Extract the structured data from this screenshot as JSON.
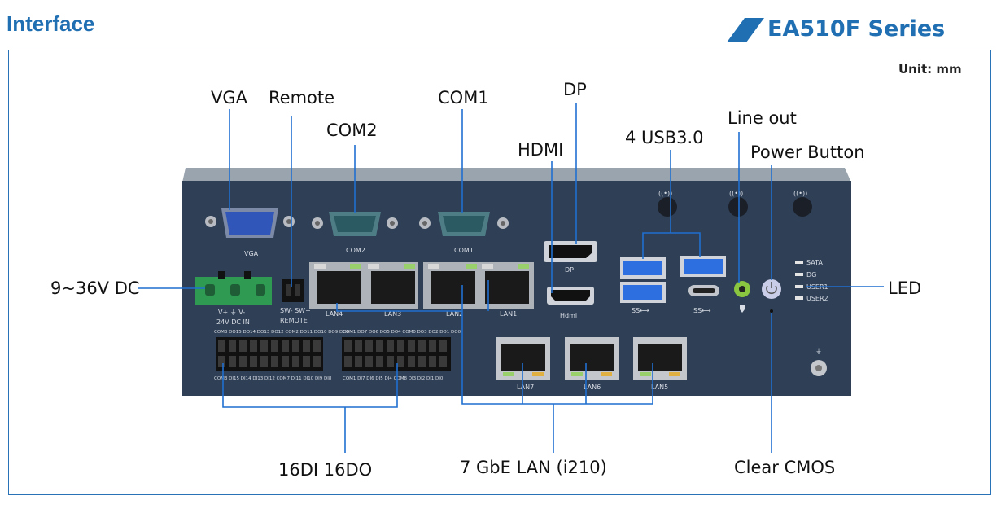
{
  "header": {
    "title": "Interface",
    "series": "EA510F Series",
    "unit": "Unit: mm"
  },
  "callouts": {
    "vga": "VGA",
    "remote": "Remote",
    "com2": "COM2",
    "com1": "COM1",
    "hdmi": "HDMI",
    "dp": "DP",
    "usb": "4 USB3.0",
    "line_out": "Line out",
    "power_button": "Power Button",
    "dc": "9~36V DC",
    "led": "LED",
    "dio": "16DI 16DO",
    "lan": "7 GbE LAN (i210)",
    "cmos": "Clear CMOS"
  },
  "panel": {
    "vga": "VGA",
    "com2": "COM2",
    "com1": "COM1",
    "lan1": "LAN1",
    "lan2": "LAN2",
    "lan3": "LAN3",
    "lan4": "LAN4",
    "lan5": "LAN5",
    "lan6": "LAN6",
    "lan7": "LAN7",
    "dc_top": "V+  ⏚  V-",
    "dc_bottom": "24V DC  IN",
    "remote_top": "SW-  SW+",
    "remote_bottom": "REMOTE",
    "hdmi": "Hdmi",
    "dp": "DP",
    "usb_a": "SS⟷",
    "usb_c": "SS⟷",
    "led_sata": "SATA",
    "led_dg": "DG",
    "led_user1": "USER1",
    "led_user2": "USER2",
    "dio_left_top": "COM3 DO15 DO14 DO13 DO12 COM2 DO11 DO10 DO9 DO8",
    "dio_left_bottom": "COM3 DI15 DI14 DI13 DI12 COM7 DI11 DI10 DI9 DI8",
    "dio_right_top": "COM1 DO7 DO6 DO5 DO4 COM0 DO3 DO2 DO1 DO0",
    "dio_right_bottom": "COM1 DI7 DI6 DI5 DI4 COM8 DI3 DI2 DI1 DI0",
    "wifi": "((•))"
  }
}
